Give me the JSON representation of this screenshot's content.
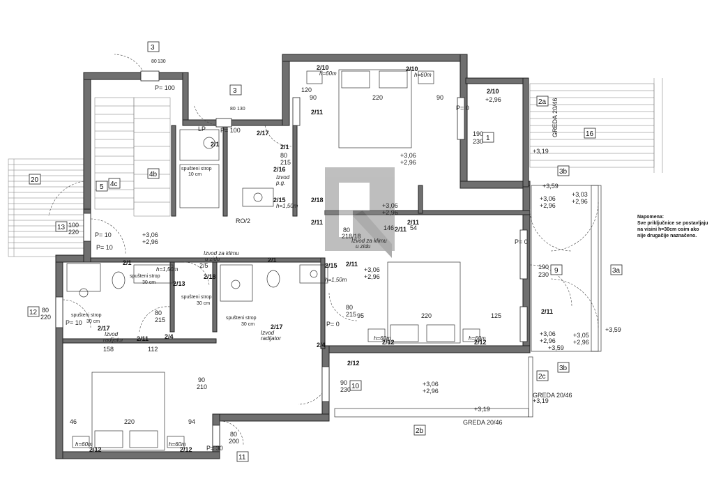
{
  "note": {
    "heading": "Napomena:",
    "lines": [
      "Sve priključnice se postavljaju",
      "na visini h=30cm osim ako",
      "nije drugačije naznačeno."
    ]
  },
  "room_tags": [
    {
      "id": "t3a",
      "text": "3"
    },
    {
      "id": "t3b",
      "text": "3"
    },
    {
      "id": "t2a",
      "text": "2a"
    },
    {
      "id": "t16",
      "text": "16"
    },
    {
      "id": "t1",
      "text": "1"
    },
    {
      "id": "t3b1",
      "text": "3b"
    },
    {
      "id": "t20",
      "text": "20"
    },
    {
      "id": "t5",
      "text": "5"
    },
    {
      "id": "t4c",
      "text": "4c"
    },
    {
      "id": "t4b",
      "text": "4b"
    },
    {
      "id": "t13",
      "text": "13"
    },
    {
      "id": "t9",
      "text": "9"
    },
    {
      "id": "t3aa",
      "text": "3a"
    },
    {
      "id": "t12",
      "text": "12"
    },
    {
      "id": "t3b2",
      "text": "3b"
    },
    {
      "id": "t2c",
      "text": "2c"
    },
    {
      "id": "t10",
      "text": "10"
    },
    {
      "id": "t11",
      "text": "11"
    },
    {
      "id": "t2b",
      "text": "2b"
    }
  ],
  "labels": {
    "p100a": "P= 100",
    "p100b": "P= 100",
    "dim80_130a": "80",
    "dim130a": "130",
    "dim80_130b": "80",
    "dim130b": "130",
    "d120": "120",
    "d90a": "90",
    "d220a": "220",
    "d90b": "90",
    "d2_10a": "2/10",
    "d2_10b": "2/10",
    "d2_10c": "2/10",
    "h60a": "h=60m",
    "h60b": "h=60m",
    "d2_11a": "2/11",
    "d2_96a": "+2,96",
    "d190a": "190",
    "d230a": "230",
    "greda1": "GREDA 20/46",
    "d3_19a": "+3,19",
    "d2_17a": "2/17",
    "d2_1a": "2/1",
    "lp": "LP",
    "d80_215a": "80",
    "d215a": "215",
    "d2_16": "2/16",
    "izvod_pg": "Izvod",
    "pg": "p.g.",
    "d3_06a": "+3,06",
    "d2_96b": "+2,96",
    "sp10": "spušteni strop",
    "sp10b": "10 cm",
    "d2_15a": "2/15",
    "h150a": "h=1,50m",
    "ro2": "RO/2",
    "d2_18a": "2/18",
    "d2_11b": "2/11",
    "d3_59a": "+3,59",
    "d3_03": "+3,03",
    "d2_96c": "+2,96",
    "d3_06b": "+3,06",
    "d2_96d": "+2,96",
    "d146": "146",
    "d54": "54",
    "d80b": "80",
    "d218": "218/18",
    "izvod_klima1": "Izvod za klimu",
    "u_zidu1": "u zidu",
    "p0a": "P= 0",
    "d190b": "190",
    "d230b": "230",
    "p10a": "P= 10",
    "d3_06c": "+3,06",
    "d2_96e": "+2,96",
    "d2_1b": "2/1",
    "d2_1c": "2/1",
    "h150b": "h=1,50m",
    "izvod_klima2": "Izvod za klimu",
    "u_zidu2": "u zidu",
    "d2_15b": "2/15",
    "h150c": "h=1,50m",
    "d2_11c": "2/11",
    "d3_06d": "+3,06",
    "d2_96f": "+2,96",
    "sp30a": "spušteni strop",
    "sp30a2": "30 cm",
    "sp30b": "spušteni strop",
    "sp30b2": "30 cm",
    "sp30c": "spušteni strop",
    "sp30c2": "30 cm",
    "sp30d": "spušteni strop",
    "sp30d2": "30 cm",
    "d2_13": "2/13",
    "d2_18b": "2/18",
    "d80c": "80",
    "d215c": "215",
    "d2_17b": "2/17",
    "d2_17c": "2/17",
    "izvod_rad1": "Izvod",
    "radijator1": "radijator",
    "izvod_rad2": "Izvod",
    "radijator2": "radijator",
    "d2_11d": "2/11",
    "d2_4a": "2/4",
    "d2_4b": "2/4",
    "d158": "158",
    "d112": "112",
    "d95": "95",
    "d220b": "220",
    "d125": "125",
    "h60c": "h=60m",
    "h60d": "h=60m",
    "d2_12a": "2/12",
    "d2_12b": "2/12",
    "d80_215d": "80",
    "d215d": "215",
    "p0b": "P= 0",
    "d80_220a": "80",
    "d220c": "220",
    "p10b": "P= 10",
    "d100": "100",
    "d220d": "220",
    "p10c": "P= 10",
    "d2_11e": "2/11",
    "d3_06e": "+3,06",
    "d2_96g": "+2,96",
    "d3_59b": "+3,59",
    "d3_05": "+3,05",
    "d2_96h": "+2,96",
    "d3_59c": "+3,59",
    "greda2": "GREDA 20/46",
    "d3_19b": "+3,19",
    "d90c": "90",
    "d210": "210",
    "d2_12c": "2/12",
    "d90_230": "90",
    "d230c": "230",
    "d3_06f": "+3,06",
    "d2_96i": "+2,96",
    "d3_19c": "+3,19",
    "greda3": "GREDA 20/46",
    "d46": "46",
    "d220e": "220",
    "d94": "94",
    "h60e": "h=60m",
    "h60f": "h=60m",
    "d2_12d": "2/12",
    "d2_12e": "2/12",
    "d80_200": "80",
    "d200": "200",
    "p30": "P= 30",
    "d2_11f": "2/11",
    "d2_96j": "+2,96",
    "d3_06g": "+3,06",
    "d2_11g": "2/11",
    "p0c": "P= 0",
    "d2_1d": "2/1",
    "d2_5": "2/5"
  }
}
